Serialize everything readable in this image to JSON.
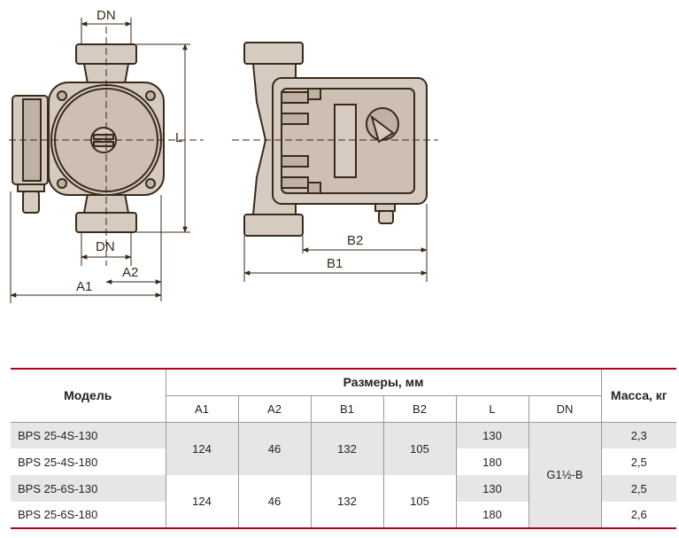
{
  "drawing": {
    "labels": {
      "dn_top": "DN",
      "dn_bottom": "DN",
      "a1": "A1",
      "a2": "A2",
      "l": "L",
      "b1": "B1",
      "b2": "B2"
    },
    "colors": {
      "line": "#3a2a1a",
      "fill": "#d6cbc0",
      "fill_dark": "#bfb1a3"
    }
  },
  "table": {
    "col_model": "Модель",
    "col_dimensions": "Размеры, мм",
    "col_mass": "Масса, кг",
    "subcols": [
      "A1",
      "A2",
      "B1",
      "B2",
      "L",
      "DN"
    ],
    "rows": [
      {
        "model": "BPS 25-4S-130",
        "L": "130",
        "mass": "2,3"
      },
      {
        "model": "BPS 25-4S-180",
        "L": "180",
        "mass": "2,5"
      },
      {
        "model": "BPS 25-6S-130",
        "L": "130",
        "mass": "2,5"
      },
      {
        "model": "BPS 25-6S-180",
        "L": "180",
        "mass": "2,6"
      }
    ],
    "groups": [
      {
        "A1": "124",
        "A2": "46",
        "B1": "132",
        "B2": "105"
      },
      {
        "A1": "124",
        "A2": "46",
        "B1": "132",
        "B2": "105"
      }
    ],
    "dn_value": "G1½-B",
    "colors": {
      "rule": "#b00020",
      "shade": "#e6e6e6"
    }
  }
}
